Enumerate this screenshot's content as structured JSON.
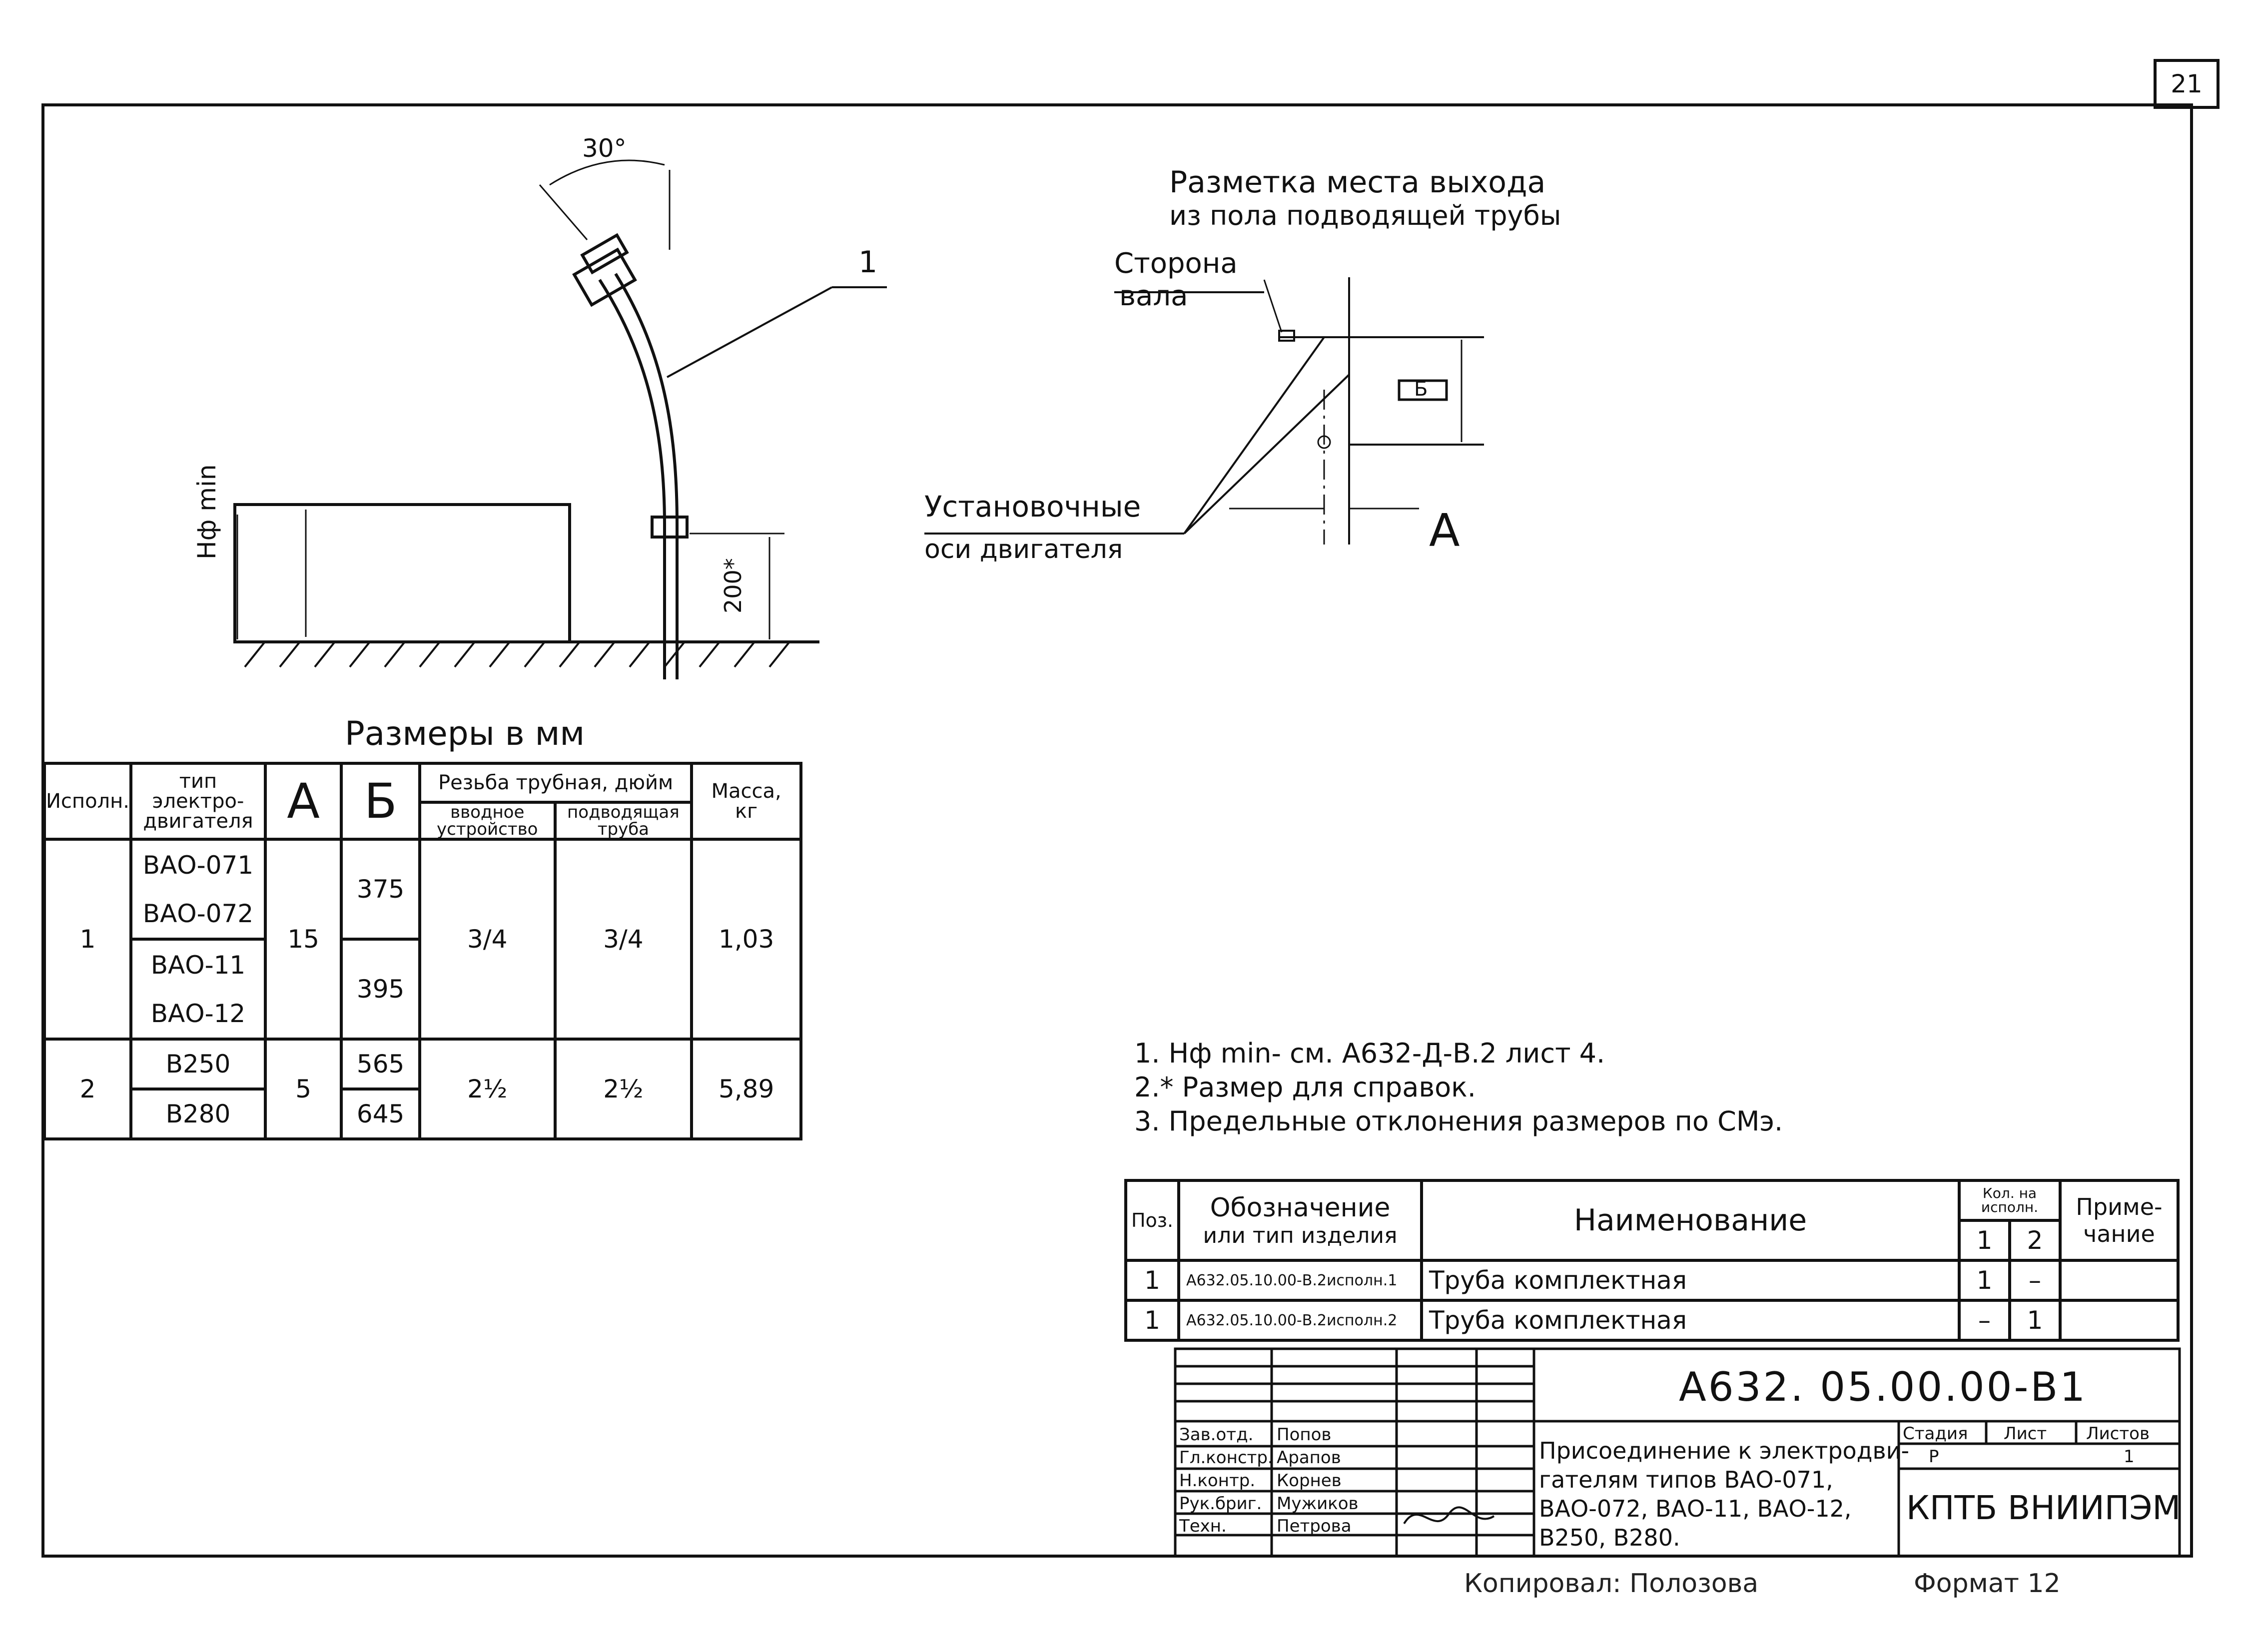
{
  "sheet": {
    "number": "21"
  },
  "drawing_labels": {
    "angle": "30°",
    "callout_1": "1",
    "h_min": "Нф min",
    "dim_200": "200*",
    "marking_title_1": "Разметка места выхода",
    "marking_title_2": "из пола подводящей трубы",
    "shaft_side_1": "Сторона",
    "shaft_side_2": "вала",
    "label_b": "Б",
    "label_a": "А",
    "install_axes_1": "Установочные",
    "install_axes_2": "оси двигателя"
  },
  "dimensions_table": {
    "title": "Размеры в мм",
    "headers": {
      "variant": "Исполн.",
      "motor_type": [
        "тип",
        "электро-",
        "двигателя"
      ],
      "a": "А",
      "b": "Б",
      "thread": "Резьба трубная, дюйм",
      "thread_input": [
        "вводное",
        "устройство"
      ],
      "thread_supply": [
        "подводящая",
        "труба"
      ],
      "mass": [
        "Масса,",
        "кг"
      ]
    },
    "rows": [
      {
        "variant": "1",
        "motors": [
          "ВАО-071",
          "ВАО-072",
          "ВАО-11",
          "ВАО-12"
        ],
        "a": "15",
        "b": [
          "375",
          "395"
        ],
        "thread_input": "3/4",
        "thread_supply": "3/4",
        "mass": "1,03"
      },
      {
        "variant": "2",
        "motors": [
          "В250",
          "В280"
        ],
        "a": "5",
        "b": [
          "565",
          "645"
        ],
        "thread_input": "2½",
        "thread_supply": "2½",
        "mass": "5,89"
      }
    ]
  },
  "notes": [
    "1. Нф min- см. А632-Д-В.2 лист 4.",
    "2.* Размер для справок.",
    "3. Предельные отклонения размеров по СМэ."
  ],
  "spec_table": {
    "headers": {
      "pos": "Поз.",
      "designation": [
        "Обозначение",
        "или тип изделия"
      ],
      "name": "Наименование",
      "qty": [
        "Кол. на",
        "исполн."
      ],
      "qty_cols": [
        "1",
        "2"
      ],
      "note": [
        "Приме-",
        "чание"
      ]
    },
    "rows": [
      {
        "pos": "1",
        "designation": "А632.05.10.00-В.2исполн.1",
        "name": "Труба комплектная",
        "q1": "1",
        "q2": "–"
      },
      {
        "pos": "1",
        "designation": "А632.05.10.00-В.2исполн.2",
        "name": "Труба комплектная",
        "q1": "–",
        "q2": "1"
      }
    ]
  },
  "title_block": {
    "code": "А632. 05.00.00-В1",
    "roles": [
      {
        "role": "Зав.отд.",
        "name": "Попов"
      },
      {
        "role": "Гл.констр.",
        "name": "Арапов"
      },
      {
        "role": "Н.контр.",
        "name": "Корнев"
      },
      {
        "role": "Рук.бриг.",
        "name": "Мужиков"
      },
      {
        "role": "Техн.",
        "name": "Петрова"
      }
    ],
    "title_lines": [
      "Присоединение к электродви-",
      "гателям типов ВАО-071,",
      "ВАО-072, ВАО-11, ВАО-12,",
      "В250, В280."
    ],
    "stage_header": "Стадия",
    "sheet_header": "Лист",
    "sheets_header": "Листов",
    "stage": "Р",
    "sheet": "",
    "sheets": "1",
    "organization": "КПТБ ВНИИПЭМ"
  },
  "footer": {
    "copied": "Копировал: Полозова",
    "format": "Формат 12"
  }
}
